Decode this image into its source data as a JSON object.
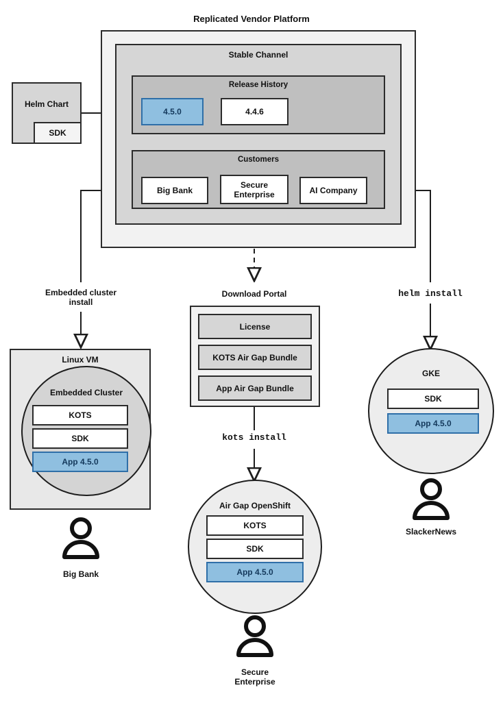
{
  "diagram": {
    "title": "Replicated Vendor Platform",
    "helm_chart": {
      "label": "Helm Chart",
      "sdk_label": "SDK"
    },
    "platform": {
      "channel_title": "Stable Channel",
      "release_history": {
        "title": "Release History",
        "releases": [
          {
            "version": "4.5.0",
            "highlighted": true
          },
          {
            "version": "4.4.6",
            "highlighted": false
          }
        ]
      },
      "customers": {
        "title": "Customers",
        "items": [
          {
            "name": "Big Bank"
          },
          {
            "name": "Secure\nEnterprise"
          },
          {
            "name": "AI Company"
          }
        ],
        "item_0": "Big Bank",
        "item_1_line_1": "Secure",
        "item_1_line_2": "Enterprise",
        "item_2": "AI Company"
      }
    },
    "paths": {
      "embedded_install_line1": "Embedded cluster",
      "embedded_install_line2": "install",
      "kots_install": "kots install",
      "helm_install": "helm install"
    },
    "download_portal": {
      "title": "Download Portal",
      "items": [
        "License",
        "KOTS Air Gap Bundle",
        "App Air Gap Bundle"
      ],
      "item_0": "License",
      "item_1": "KOTS Air Gap Bundle",
      "item_2": "App Air Gap Bundle"
    },
    "targets": [
      {
        "env_label": "Linux VM",
        "inner_label": "Embedded Cluster",
        "components": [
          "KOTS",
          "SDK",
          "App 4.5.0"
        ],
        "user": "Big Bank"
      },
      {
        "env_label": "Air Gap OpenShift",
        "components": [
          "KOTS",
          "SDK",
          "App 4.5.0"
        ],
        "user_line_1": "Secure",
        "user_line_2": "Enterprise"
      },
      {
        "env_label": "GKE",
        "components": [
          "SDK",
          "App 4.5.0"
        ],
        "user": "SlackerNews"
      }
    ],
    "linux_vm": {
      "env_label": "Linux VM",
      "inner_label": "Embedded Cluster",
      "c0": "KOTS",
      "c1": "SDK",
      "c2": "App 4.5.0",
      "user": "Big Bank"
    },
    "openshift": {
      "env_label": "Air Gap OpenShift",
      "c0": "KOTS",
      "c1": "SDK",
      "c2": "App 4.5.0",
      "user_line_1": "Secure",
      "user_line_2": "Enterprise"
    },
    "gke": {
      "env_label": "GKE",
      "c0": "SDK",
      "c1": "App 4.5.0",
      "user": "SlackerNews"
    },
    "colors": {
      "highlight_fill": "#8fbfe0",
      "highlight_border": "#2f6fa8",
      "highlight_text": "#14395c",
      "stroke": "#1d1d1d",
      "layer1": "#f2f2f2",
      "layer2": "#d6d6d6",
      "layer3": "#bfbfbf"
    }
  }
}
